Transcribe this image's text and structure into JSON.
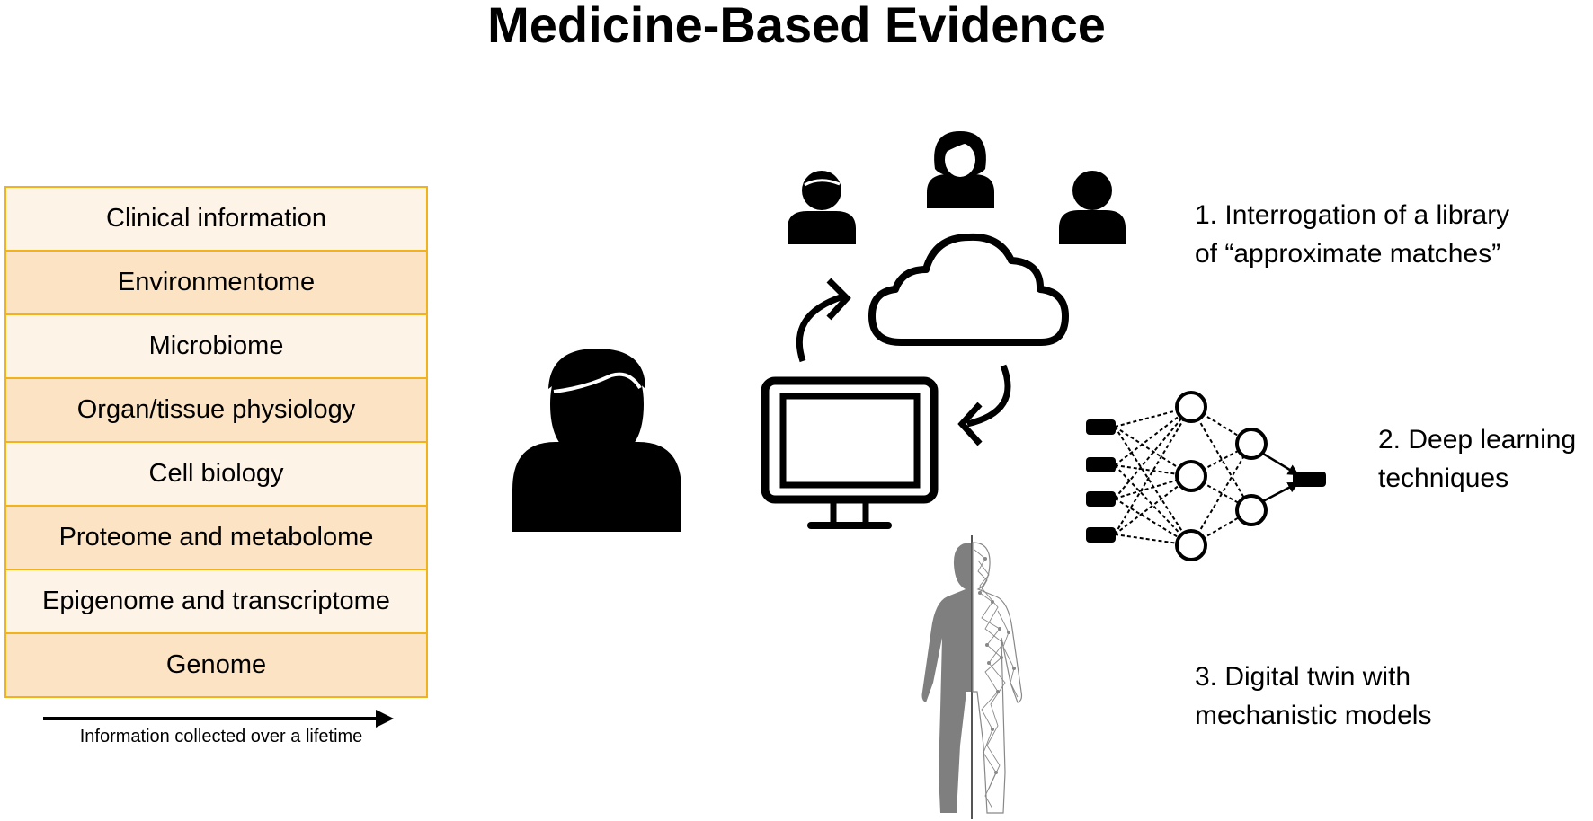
{
  "title": "Medicine-Based Evidence",
  "layers": [
    "Clinical information",
    "Environmentome",
    "Microbiome",
    "Organ/tissue physiology",
    "Cell biology",
    "Proteome and metabolome",
    "Epigenome and transcriptome",
    "Genome"
  ],
  "timeline_caption": "Information collected over a lifetime",
  "approaches": [
    {
      "label": "1. Interrogation of a library\nof “approximate matches”"
    },
    {
      "label": "2. Deep learning\ntechniques"
    },
    {
      "label": "3. Digital twin with\nmechanistic models"
    }
  ],
  "colors": {
    "table_border": "#f2b21c",
    "row_light": "#fdf3e6",
    "row_dark": "#fce3c4",
    "icon": "#000000",
    "twin_body": "#7f7f7f"
  },
  "icons": [
    "person-icon",
    "woman-icon",
    "user-icon",
    "cloud-icon",
    "computer-monitor-icon",
    "sync-arrow-icon",
    "neural-network-icon",
    "digital-twin-icon"
  ]
}
